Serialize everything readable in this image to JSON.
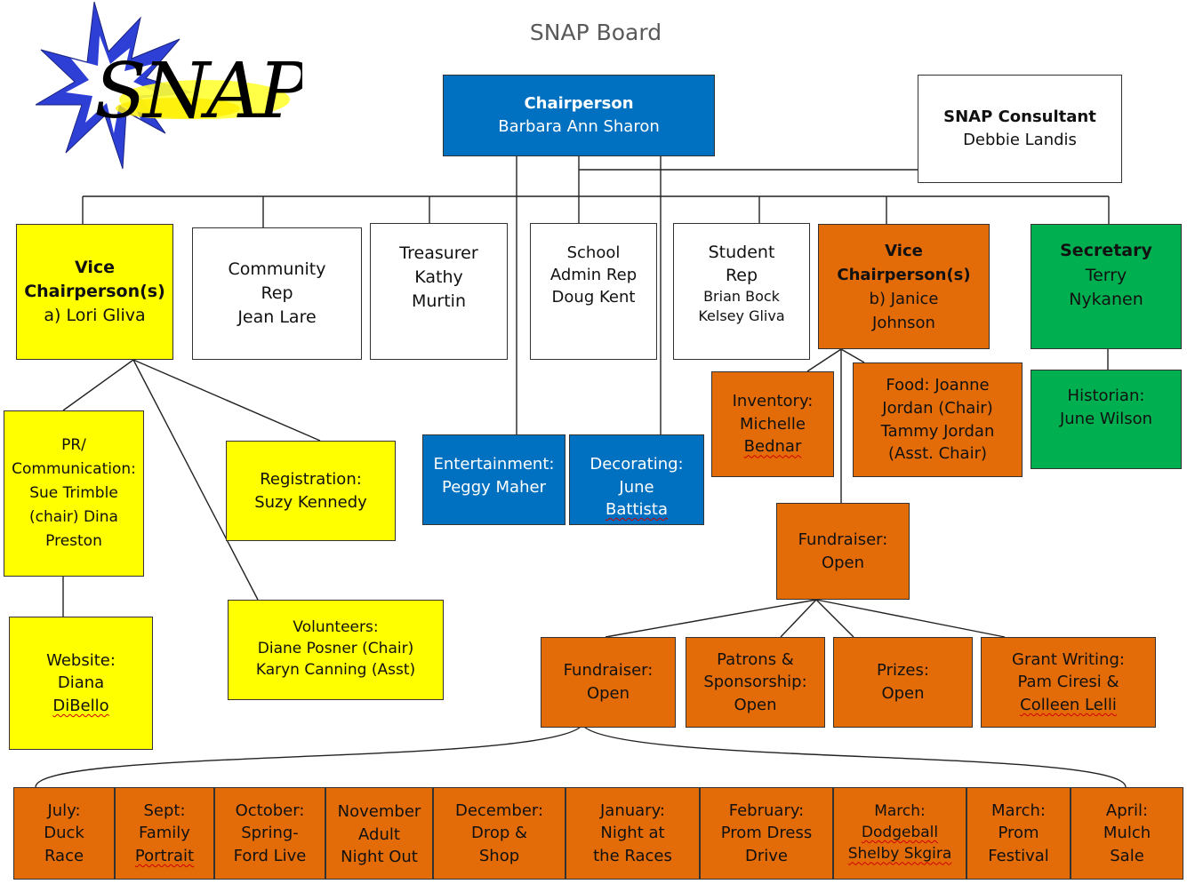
{
  "title": "SNAP Board",
  "logo": {
    "text": "SNAP"
  },
  "colors": {
    "white": "#ffffff",
    "yellow": "#ffff00",
    "blue": "#0070c0",
    "orange": "#e36c09",
    "green": "#00b050"
  },
  "nodes": {
    "chair": [
      "Chairperson",
      "Barbara Ann Sharon"
    ],
    "consultant": [
      "SNAP Consultant",
      "Debbie Landis"
    ],
    "vice_a": [
      "Vice",
      "Chairperson(s)",
      "a) Lori Gliva"
    ],
    "community": [
      "Community",
      "Rep",
      "Jean Lare"
    ],
    "treasurer": [
      "Treasurer",
      "Kathy",
      "Murtin"
    ],
    "school": [
      "School",
      "Admin Rep",
      "Doug Kent"
    ],
    "student": [
      "Student",
      "Rep",
      "Brian Bock",
      "Kelsey Gliva"
    ],
    "vice_b": [
      "Vice",
      "Chairperson(s)",
      "b) Janice",
      "Johnson"
    ],
    "secretary": [
      "Secretary",
      "Terry",
      "Nykanen"
    ],
    "pr": [
      "PR/",
      "Communication:",
      "Sue Trimble",
      "(chair) Dina",
      "Preston"
    ],
    "registration": [
      "Registration:",
      "Suzy Kennedy"
    ],
    "entertainment": [
      "Entertainment:",
      "Peggy Maher"
    ],
    "decorating": [
      "Decorating:",
      "June",
      "Battista"
    ],
    "inventory": [
      "Inventory:",
      "Michelle",
      "Bednar"
    ],
    "food": [
      "Food: Joanne",
      "Jordan (Chair)",
      "Tammy Jordan",
      "(Asst. Chair)"
    ],
    "historian": [
      "Historian:",
      "June Wilson"
    ],
    "fundraiser_top": [
      "Fundraiser:",
      "Open"
    ],
    "website": [
      "Website:",
      "Diana",
      "DiBello"
    ],
    "volunteers": [
      "Volunteers:",
      "Diane Posner (Chair)",
      "Karyn Canning (Asst)"
    ],
    "fundraiser_mid": [
      "Fundraiser:",
      "Open"
    ],
    "patrons": [
      "Patrons &",
      "Sponsorship:",
      "Open"
    ],
    "prizes": [
      "Prizes:",
      "Open"
    ],
    "grant": [
      "Grant Writing:",
      "Pam Ciresi &",
      "Colleen Lelli"
    ],
    "ev_july": [
      "July:",
      "Duck",
      "Race"
    ],
    "ev_sept": [
      "Sept:",
      "Family",
      "Portrait"
    ],
    "ev_oct": [
      "October:",
      "Spring-",
      "Ford Live"
    ],
    "ev_nov": [
      "November",
      "Adult",
      "Night Out"
    ],
    "ev_dec": [
      "December:",
      "Drop &",
      "Shop"
    ],
    "ev_jan": [
      "January:",
      "Night at",
      "the Races"
    ],
    "ev_feb": [
      "February:",
      "Prom Dress",
      "Drive"
    ],
    "ev_mar1": [
      "March:",
      "Dodgeball",
      "Shelby Skgira"
    ],
    "ev_mar2": [
      "March:",
      "Prom",
      "Festival"
    ],
    "ev_apr": [
      "April:",
      "Mulch",
      "Sale"
    ]
  }
}
